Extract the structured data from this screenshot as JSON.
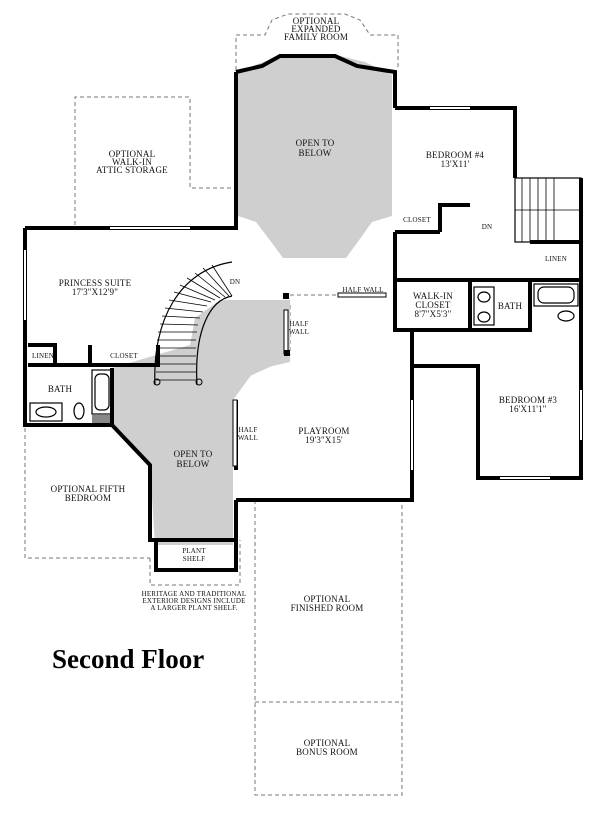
{
  "floor_title": "Second Floor",
  "colors": {
    "open_to_below": "#cfcfcf",
    "walls": "#000000",
    "optional_outline": "#777777"
  },
  "rooms": {
    "optional_family": [
      "OPTIONAL",
      "EXPANDED",
      "FAMILY ROOM"
    ],
    "open_top": [
      "OPEN TO",
      "BELOW"
    ],
    "bedroom4": [
      "BEDROOM #4",
      "13'X11'"
    ],
    "closet_top": "CLOSET",
    "attic": [
      "OPTIONAL",
      "WALK-IN",
      "ATTIC STORAGE"
    ],
    "princess": [
      "PRINCESS SUITE",
      "17'3\"X12'9\""
    ],
    "linen_left": "LINEN",
    "closet_left": "CLOSET",
    "bath_left": "BATH",
    "dn_stair": "DN",
    "dn_right": "DN",
    "half_wall_top": "HALF WALL",
    "half_wall_mid": [
      "HALF",
      "WALL"
    ],
    "half_wall_left": [
      "HALF",
      "WALL"
    ],
    "linen_right": "LINEN",
    "walkin": [
      "WALK-IN",
      "CLOSET",
      "8'7\"X5'3\""
    ],
    "bath_right": "BATH",
    "bedroom3": [
      "BEDROOM #3",
      "16'X11'1\""
    ],
    "playroom": [
      "PLAYROOM",
      "19'3\"X15'"
    ],
    "open_bottom": [
      "OPEN TO",
      "BELOW"
    ],
    "fifth": [
      "OPTIONAL FIFTH",
      "BEDROOM"
    ],
    "plant": [
      "PLANT",
      "SHELF"
    ],
    "heritage_note": [
      "HERITAGE AND TRADITIONAL",
      "EXTERIOR DESIGNS INCLUDE",
      "A LARGER PLANT SHELF."
    ],
    "finished": [
      "OPTIONAL",
      "FINISHED ROOM"
    ],
    "bonus": [
      "OPTIONAL",
      "BONUS ROOM"
    ]
  }
}
